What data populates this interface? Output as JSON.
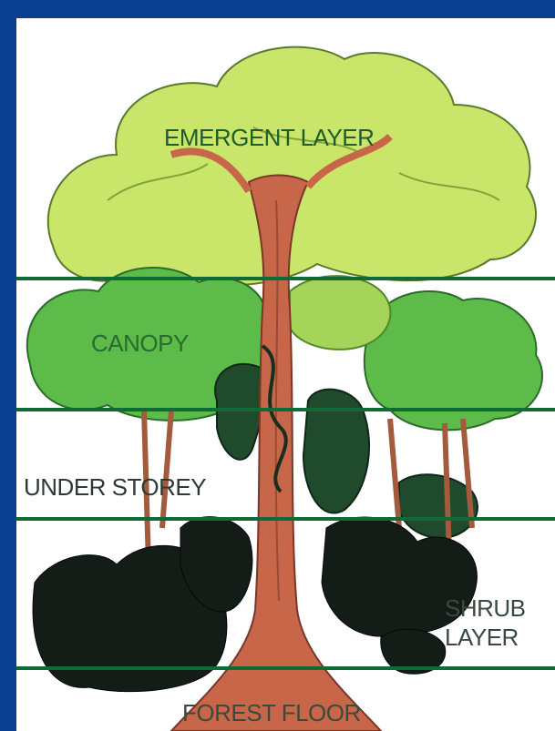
{
  "diagram": {
    "layers": [
      {
        "id": "emergent",
        "label": "EMERGENT LAYER"
      },
      {
        "id": "canopy",
        "label": "CANOPY"
      },
      {
        "id": "understorey",
        "label": "UNDER STOREY"
      },
      {
        "id": "shrub",
        "label": "SHRUB\nLAYER"
      },
      {
        "id": "forest-floor",
        "label": "FOREST FLOOR"
      }
    ],
    "colors": {
      "border": "#0a3f8f",
      "divider_line": "#0f6b35",
      "label_text": "#1e5c2a",
      "emergent_foliage": "#c9e66a",
      "canopy_foliage": "#5dbb4a",
      "understorey_foliage": "#1f4a2c",
      "shrub_foliage": "#141c17",
      "trunk": "#c8664a"
    }
  }
}
